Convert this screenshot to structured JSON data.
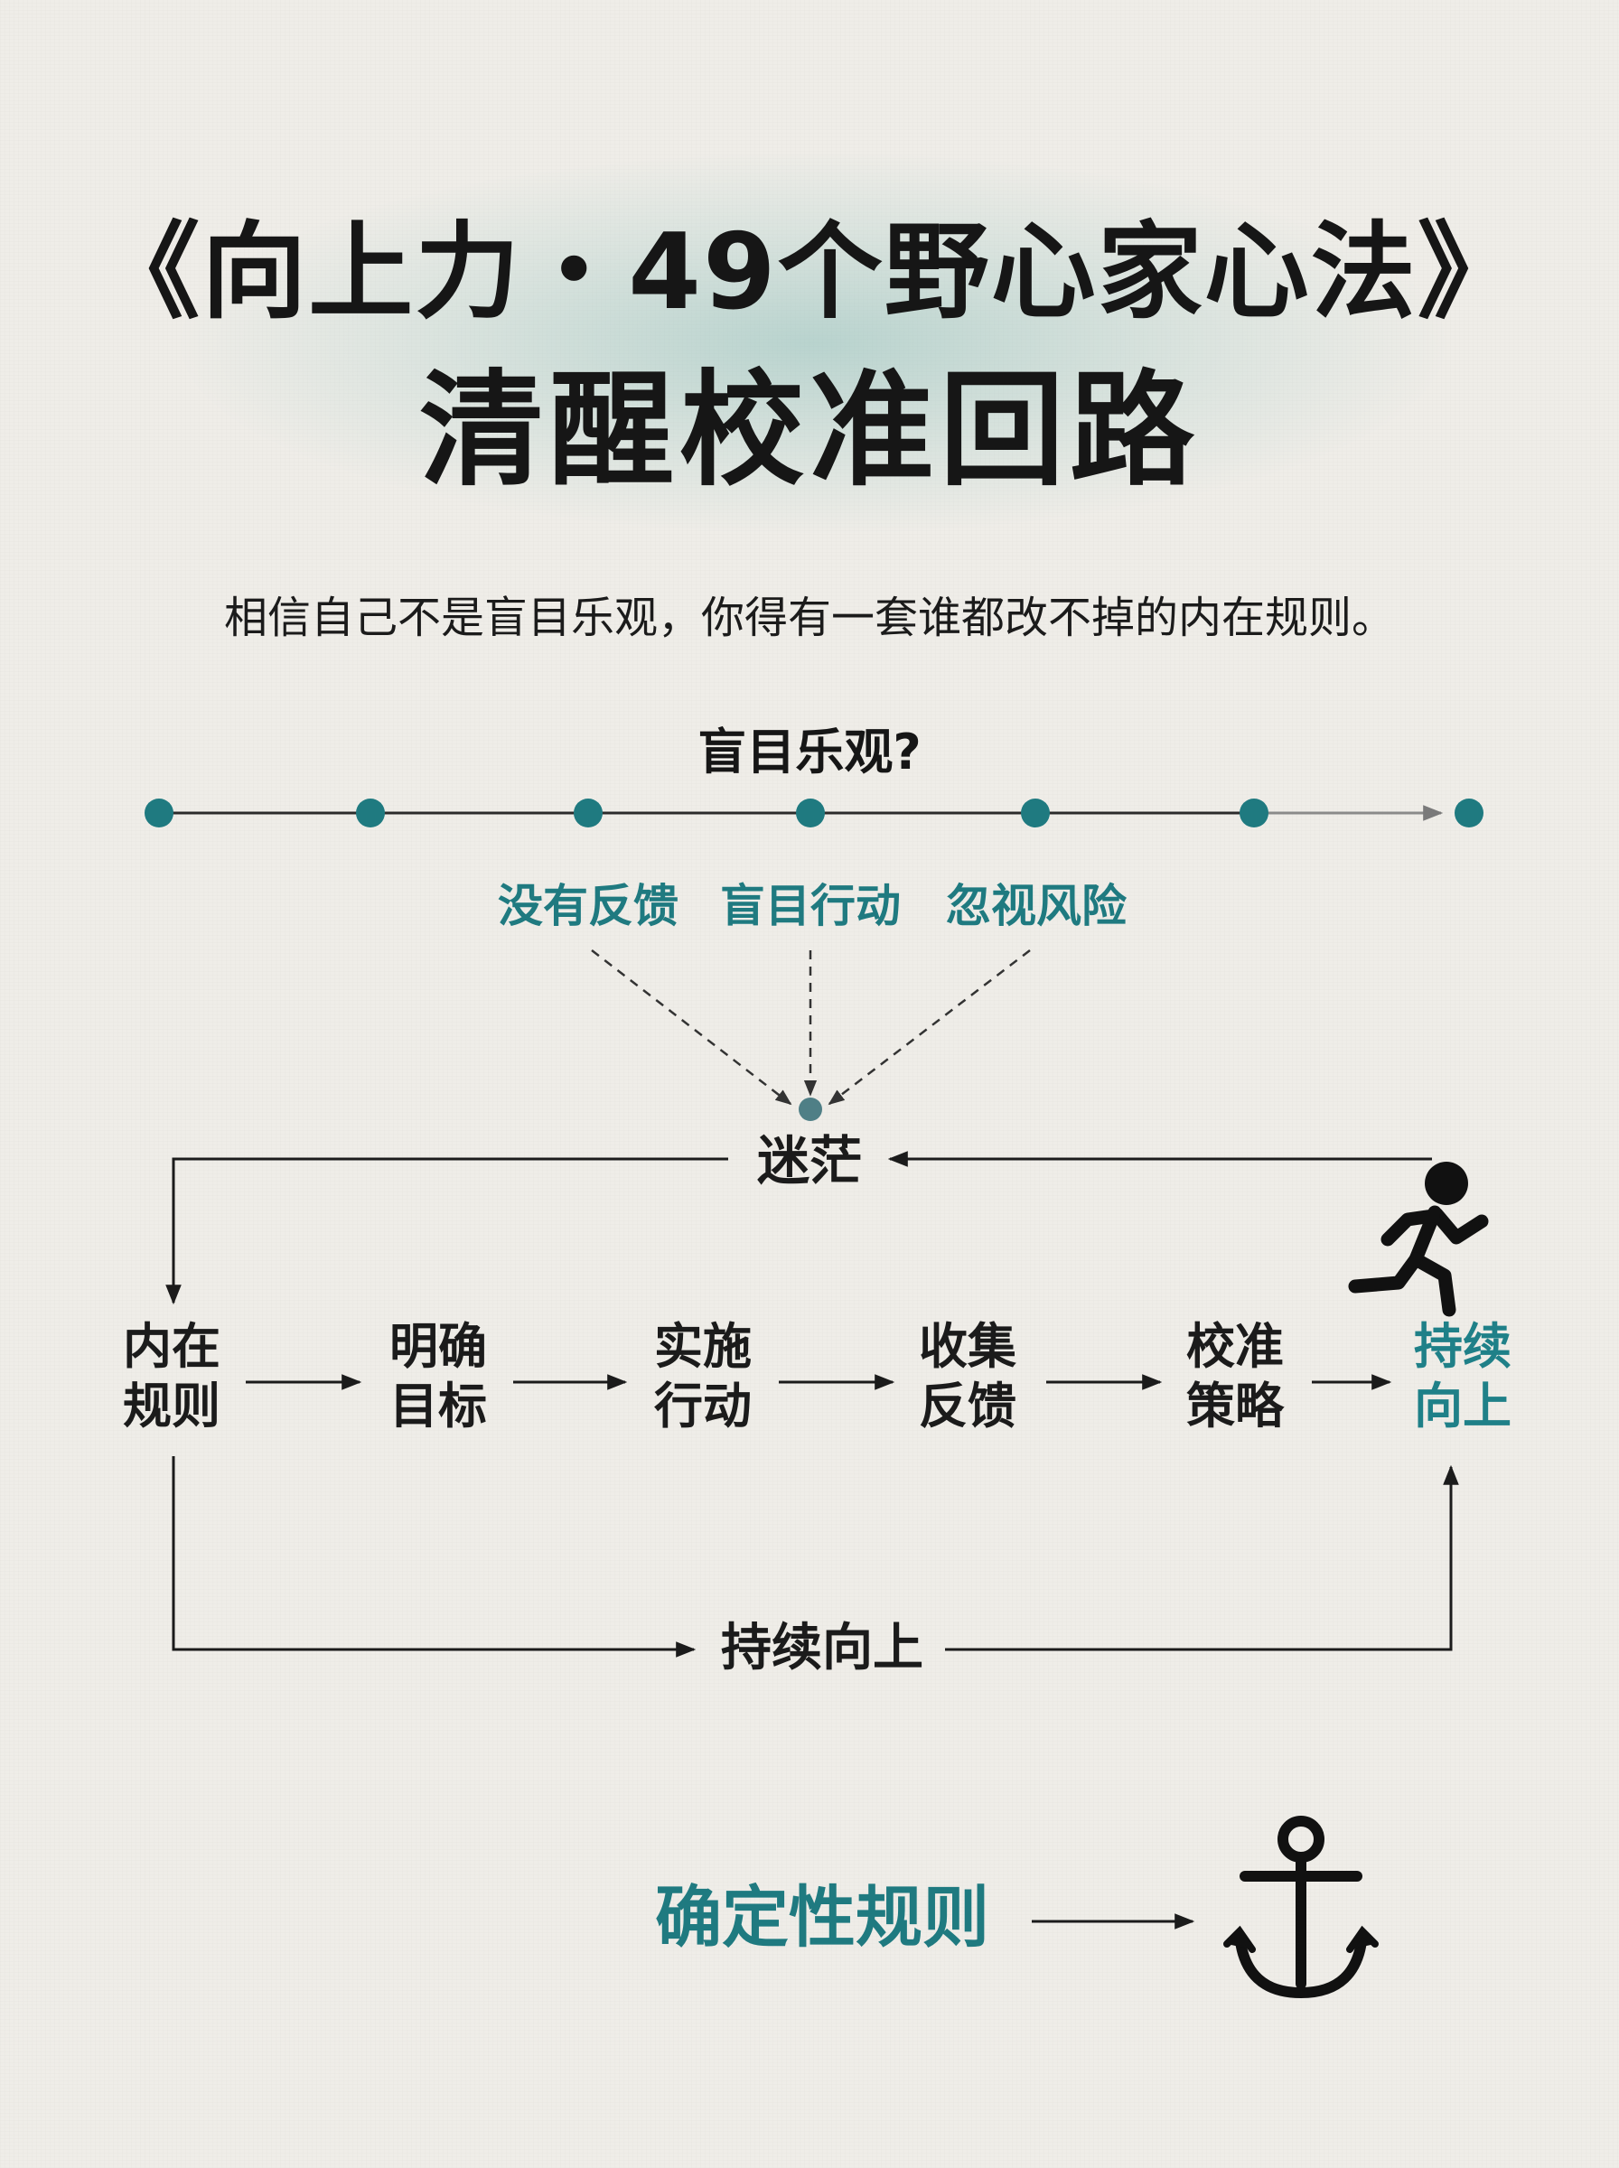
{
  "title": {
    "line1": "《向上力・49个野心家心法》",
    "line2": "清醒校准回路"
  },
  "subtitle": "相信自己不是盲目乐观，你得有一套谁都改不掉的内在规则。",
  "optimism": {
    "heading": "盲目乐观?",
    "causes": [
      "没有反馈",
      "盲目行动",
      "忽视风险"
    ],
    "result": "迷茫"
  },
  "loop": {
    "nodes": [
      {
        "line1": "内在",
        "line2": "规则"
      },
      {
        "line1": "明确",
        "line2": "目标"
      },
      {
        "line1": "实施",
        "line2": "行动"
      },
      {
        "line1": "收集",
        "line2": "反馈"
      },
      {
        "line1": "校准",
        "line2": "策略"
      },
      {
        "line1": "持续",
        "line2": "向上"
      }
    ],
    "bottom_label": "持续向上"
  },
  "footer": {
    "label": "确定性规则",
    "icon": "anchor-icon"
  },
  "colors": {
    "teal": "#1f7a80",
    "text": "#1b1b1b",
    "background": "#efede8"
  },
  "icons": [
    "running-person-icon",
    "anchor-icon"
  ]
}
